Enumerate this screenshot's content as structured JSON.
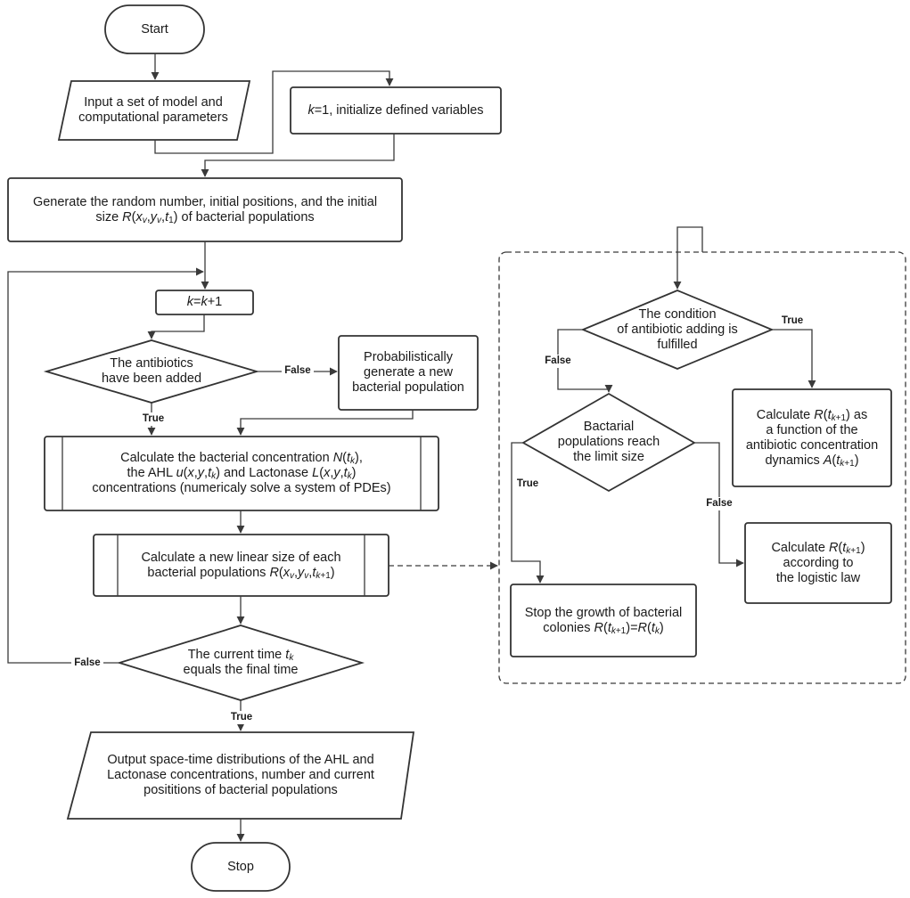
{
  "nodes": {
    "start": "Start",
    "input": [
      "Input a set of model and",
      "computational parameters"
    ],
    "init": "k=1, initialize defined variables",
    "generate": [
      "Generate the random number, initial positions, and the initial",
      "size R(xv,yv,t1) of bacterial populations"
    ],
    "increment": "k=k+1",
    "antibiotics_added": [
      "The antibiotics",
      "have been added"
    ],
    "probabilistic": [
      "Probabilistically",
      "generate a new",
      "bacterial population"
    ],
    "calc_concentration": [
      "Calculate the bacterial concentration N(tk),",
      "the AHL u(x,y,tk) and Lactonase L(x,y,tk)",
      "concentrations (numericaly solve a system of PDEs)"
    ],
    "calc_size": [
      "Calculate a new linear size of each",
      "bacterial populations R(xv,yv,tk+1)"
    ],
    "time_check": [
      "The current time tk",
      "equals the final time"
    ],
    "output": [
      "Output space-time distributions of the AHL and",
      "Lactonase concentrations, number and current",
      "posititions of bacterial populations"
    ],
    "stop": "Stop",
    "condition": [
      "The condition",
      "of antibiotic adding is",
      "fulfilled"
    ],
    "limit_size": [
      "Bactarial",
      "populations reach",
      "the limit size"
    ],
    "calc_antibiotic": [
      "Calculate R(tk+1) as",
      "a function of the",
      "antibiotic concentration",
      "dynamics A(tk+1)"
    ],
    "calc_logistic": [
      "Calculate R(tk+1)",
      "according to",
      "the logistic law"
    ],
    "stop_growth": [
      "Stop the growth of bacterial",
      "colonies R(tk+1)=R(tk)"
    ]
  },
  "edge_labels": {
    "false_antibiotics": "False",
    "true_antibiotics": "True",
    "false_time": "False",
    "true_time": "True",
    "true_condition": "True",
    "false_condition": "False",
    "true_limit": "True",
    "false_limit": "False"
  }
}
